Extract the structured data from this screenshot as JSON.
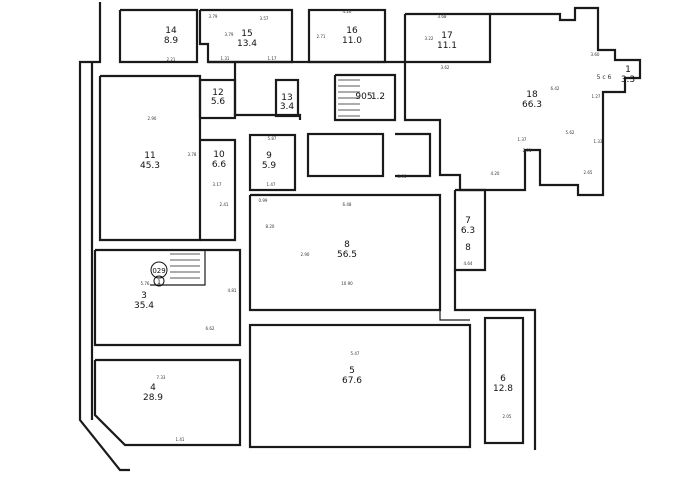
{
  "rooms": [
    {
      "id": "r14",
      "number": "14",
      "area": "8.9"
    },
    {
      "id": "r15",
      "number": "15",
      "area": "13.4"
    },
    {
      "id": "r16",
      "number": "16",
      "area": "11.0"
    },
    {
      "id": "r17",
      "number": "17",
      "area": "11.1"
    },
    {
      "id": "r18",
      "number": "18",
      "area": "66.3"
    },
    {
      "id": "r12",
      "number": "12",
      "area": "5.6"
    },
    {
      "id": "r13",
      "number": "13",
      "area": "3.4"
    },
    {
      "id": "r905",
      "number": "905",
      "area": "1.2"
    },
    {
      "id": "r11",
      "number": "11",
      "area": "45.3"
    },
    {
      "id": "r10",
      "number": "10",
      "area": "6.6"
    },
    {
      "id": "r9",
      "number": "9",
      "area": "5.9"
    },
    {
      "id": "r8",
      "number": "8",
      "area": "56.5"
    },
    {
      "id": "r7",
      "number": "7",
      "area": "6.3"
    },
    {
      "id": "r3",
      "number": "3",
      "area": "35.4"
    },
    {
      "id": "r4",
      "number": "4",
      "area": "28.9"
    },
    {
      "id": "r5",
      "number": "5",
      "area": "67.6"
    },
    {
      "id": "r6",
      "number": "6",
      "area": "12.8"
    },
    {
      "id": "r1",
      "number": "1",
      "area": "3.3"
    }
  ],
  "markers": {
    "stair_tag": "029",
    "stair_circle": "1",
    "room_tag_r8_small": "8",
    "label_5c6": "5 с 6"
  },
  "dimensions": [
    "3.57",
    "4.26",
    "3.68",
    "3.79",
    "3.79",
    "2.21",
    "2.71",
    "3.22",
    "1.17",
    "1.31",
    "3.62",
    "6.42",
    "2.90",
    "5.87",
    "2.41",
    "5.47",
    "6.48",
    "2.90",
    "4.20",
    "4.64",
    "7.33",
    "2.05",
    "5.62",
    "3.60",
    "1.27",
    "1.33",
    "2.65",
    "1.47",
    "5.76",
    "4.81",
    "1.37",
    "2.91",
    "0.99",
    "3.96",
    "10.90",
    "1.41",
    "8.20",
    "3.17",
    "3.78",
    "6.62"
  ]
}
